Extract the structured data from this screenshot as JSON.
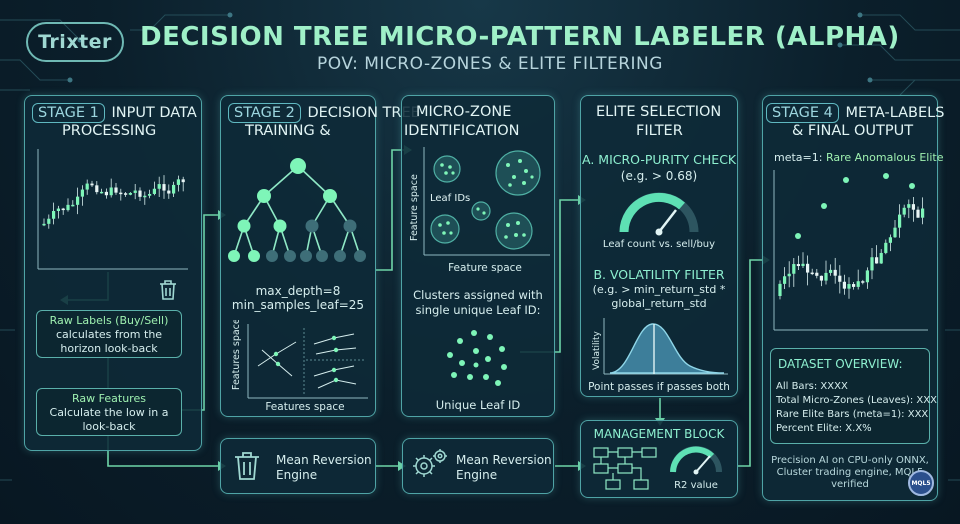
{
  "header": {
    "logo_text": "Trixter",
    "title": "DECISION TREE MICRO-PATTERN LABELER (ALPHA)",
    "subtitle": "POV: MICRO-ZONES & ELITE FILTERING"
  },
  "stage1": {
    "tag": "STAGE 1",
    "title_line1": "INPUT DATA",
    "title_line2": "PROCESSING",
    "raw_labels_title": "Raw Labels (Buy/Sell)",
    "raw_labels_line1": "calculates from the",
    "raw_labels_line2": "horizon look-back",
    "raw_features_title": "Raw Features",
    "raw_features_line1": "Calculate the low in a",
    "raw_features_line2": "look-back"
  },
  "stage2": {
    "tag": "STAGE 2",
    "title_line1": "DECISION TREE",
    "title_line2": "TRAINING &",
    "params_line1": "max_depth=8",
    "params_line2": "min_samples_leaf=25",
    "scatter_ylabel": "Features space",
    "scatter_xlabel": "Features space"
  },
  "microzone": {
    "title_line1": "MICRO-ZONE",
    "title_line2": "IDENTIFICATION",
    "ylabel": "Feature space",
    "xlabel": "Feature space",
    "leaf_ids_label": "Leaf IDs",
    "clusters_line1": "Clusters assigned with",
    "clusters_line2": "single unique Leaf ID:",
    "unique_leaf": "Unique Leaf ID"
  },
  "elite": {
    "title_line1": "ELITE SELECTION",
    "title_line2": "FILTER",
    "purity_line1": "A. MICRO-PURITY CHECK",
    "purity_line2": "(e.g. > 0.68)",
    "gauge_caption": "Leaf count vs. sell/buy",
    "vol_line1": "B. VOLATILITY FILTER",
    "vol_line2": "(e.g. > min_return_std *",
    "vol_line3": "global_return_std",
    "vol_ylabel": "Volatility",
    "vol_caption": "Point passes if passes both"
  },
  "stage4": {
    "tag": "STAGE 4",
    "title_line1": "META-LABELS",
    "title_line2": "& FINAL OUTPUT",
    "meta_prefix": "meta=1:",
    "meta_value": "Rare Anomalous Elite",
    "overview_title": "DATASET OVERVIEW:",
    "overview_items": [
      "All Bars: XXXX",
      "Total Micro-Zones (Leaves): XXX",
      "Rare Elite Bars (meta=1): XXX",
      "Percent Elite: X.X%"
    ],
    "footer_line1": "Precision AI on CPU-only ONNX,",
    "footer_line2": "Cluster trading engine, MQL5",
    "footer_line3": "verified",
    "badge_text": "MQL5"
  },
  "bottom": {
    "engine1_line1": "Mean Reversion",
    "engine1_line2": "Engine",
    "engine2_line1": "Mean Reversion",
    "engine2_line2": "Engine",
    "management_title": "MANAGEMENT BLOCK",
    "r2_label": "R2 value"
  },
  "colors": {
    "background": "#0b1f2b",
    "panel_border": "#4fa4a6",
    "accent_green": "#8ff0c0",
    "node_green": "#7ef5b8",
    "connector": "#6fd6a8"
  }
}
